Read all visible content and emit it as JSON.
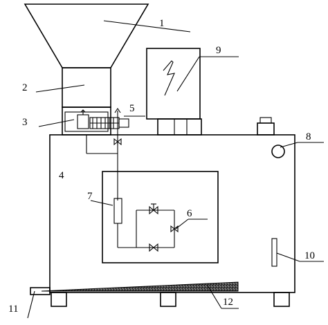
{
  "figure": {
    "callouts": [
      {
        "id": "1",
        "text": "1"
      },
      {
        "id": "2",
        "text": "2"
      },
      {
        "id": "3",
        "text": "3"
      },
      {
        "id": "4",
        "text": "4"
      },
      {
        "id": "5",
        "text": "5"
      },
      {
        "id": "6",
        "text": "6"
      },
      {
        "id": "7",
        "text": "7"
      },
      {
        "id": "8",
        "text": "8"
      },
      {
        "id": "9",
        "text": "9"
      },
      {
        "id": "10",
        "text": "10"
      },
      {
        "id": "11",
        "text": "11"
      },
      {
        "id": "12",
        "text": "12"
      }
    ]
  },
  "colors": {
    "stroke": "#000000",
    "background": "#ffffff",
    "hatch": "#333333"
  }
}
